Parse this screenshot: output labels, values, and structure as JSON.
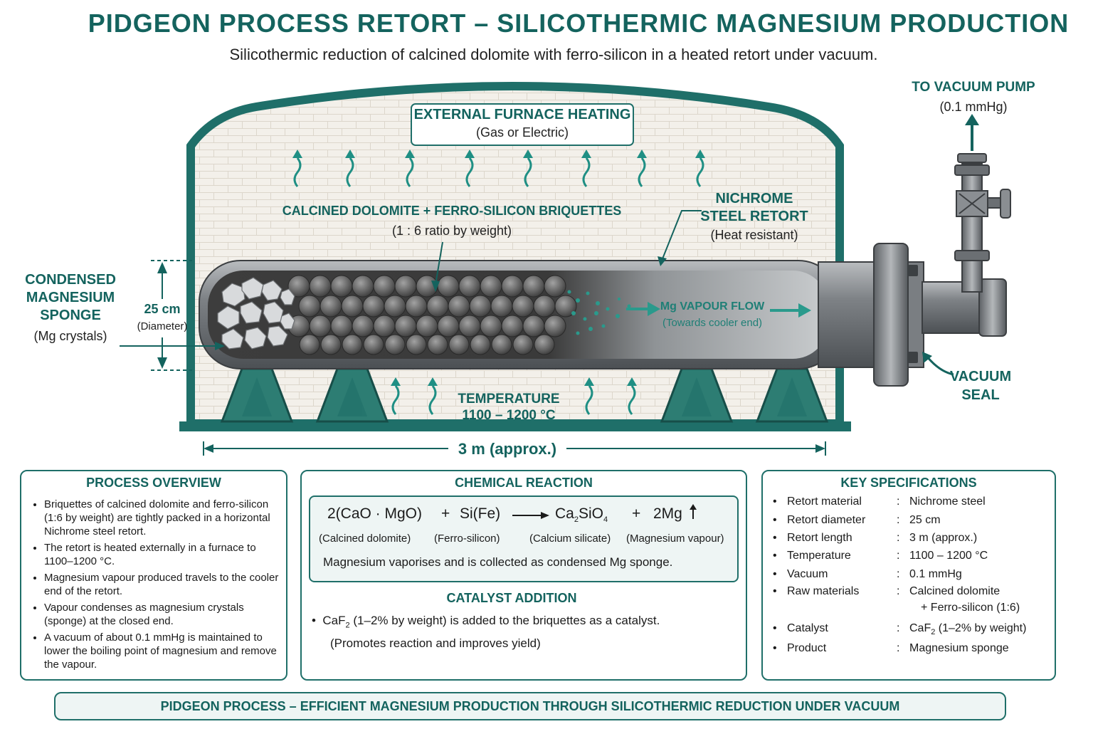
{
  "header": {
    "title": "PIDGEON PROCESS RETORT – SILICOTHERMIC MAGNESIUM PRODUCTION",
    "subtitle": "Silicothermic reduction of calcined dolomite with ferro-silicon in a heated retort under vacuum."
  },
  "diagram": {
    "furnace_title": "EXTERNAL FURNACE HEATING",
    "furnace_sub": "(Gas or Electric)",
    "vacuum_pump_title": "TO VACUUM PUMP",
    "vacuum_pump_sub": "(0.1 mmHg)",
    "briquettes_title": "CALCINED DOLOMITE + FERRO-SILICON BRIQUETTES",
    "briquettes_sub": "(1 : 6 ratio by weight)",
    "retort_title_1": "NICHROME",
    "retort_title_2": "STEEL RETORT",
    "retort_sub": "(Heat resistant)",
    "sponge_title_1": "CONDENSED",
    "sponge_title_2": "MAGNESIUM",
    "sponge_title_3": "SPONGE",
    "sponge_sub": "(Mg crystals)",
    "diameter_value": "25 cm",
    "diameter_sub": "(Diameter)",
    "vapour_title": "Mg VAPOUR FLOW",
    "vapour_sub": "(Towards cooler end)",
    "seal_1": "VACUUM",
    "seal_2": "SEAL",
    "temp_title": "TEMPERATURE",
    "temp_value": "1100 – 1200 °C",
    "length_label": "3 m (approx.)",
    "colors": {
      "teal": "#14635e",
      "teal_light": "#2a9a8c",
      "brick": "#f2efe8",
      "steel": "#8a8d90"
    }
  },
  "overview": {
    "heading": "PROCESS OVERVIEW",
    "items": [
      "Briquettes of calcined dolomite and ferro-silicon (1:6 by weight) are tightly packed in a horizontal Nichrome steel retort.",
      "The retort is heated externally in a furnace to 1100–1200 °C.",
      "Magnesium vapour produced travels to the cooler end of the retort.",
      "Vapour condenses as magnesium crystals (sponge) at the closed end.",
      "A vacuum of about 0.1 mmHg is maintained to lower the boiling point of magnesium and remove the vapour."
    ]
  },
  "reaction": {
    "heading": "CHEMICAL REACTION",
    "reactant1": "2(CaO · MgO)",
    "plus1": "+",
    "reactant2": "Si(Fe)",
    "product1_a": "Ca",
    "product1_b": "2",
    "product1_c": "SiO",
    "product1_d": "4",
    "plus2": "+",
    "product2": "2Mg",
    "label1": "(Calcined dolomite)",
    "label2": "(Ferro-silicon)",
    "label3": "(Calcium silicate)",
    "label4": "(Magnesium vapour)",
    "note": "Magnesium vaporises and is collected as condensed Mg sponge.",
    "catalyst_heading": "CATALYST ADDITION",
    "catalyst_a": "CaF",
    "catalyst_b": "2",
    "catalyst_c": " (1–2% by weight) is added to the briquettes as a catalyst.",
    "catalyst_note": "(Promotes reaction and improves yield)"
  },
  "specs": {
    "heading": "KEY SPECIFICATIONS",
    "rows": [
      {
        "key": "Retort material",
        "value": "Nichrome steel"
      },
      {
        "key": "Retort diameter",
        "value": "25 cm"
      },
      {
        "key": "Retort length",
        "value": "3 m (approx.)"
      },
      {
        "key": "Temperature",
        "value": "1100 – 1200 °C"
      },
      {
        "key": "Vacuum",
        "value": "0.1 mmHg"
      },
      {
        "key": "Raw materials",
        "value": "Calcined dolomite",
        "value2": "+ Ferro-silicon (1:6)"
      },
      {
        "key": "Catalyst",
        "value": "CaF",
        "value_sub": "2",
        "value_tail": " (1–2% by weight)"
      },
      {
        "key": "Product",
        "value": "Magnesium sponge"
      }
    ]
  },
  "footer": {
    "text": "PIDGEON PROCESS – EFFICIENT MAGNESIUM PRODUCTION THROUGH SILICOTHERMIC REDUCTION UNDER VACUUM"
  }
}
